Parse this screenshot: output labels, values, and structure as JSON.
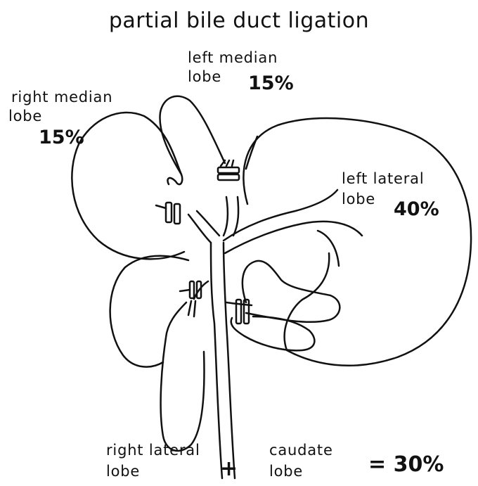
{
  "title": "partial bile duct ligation",
  "lobes": {
    "left_median": {
      "label_line1": "left median",
      "label_line2": "lobe",
      "percent": "15%"
    },
    "right_median": {
      "label_line1": "right median",
      "label_line2": "lobe",
      "percent": "15%"
    },
    "left_lateral": {
      "label_line1": "left lateral",
      "label_line2": "lobe",
      "percent": "40%"
    },
    "right_lateral": {
      "label_line1": "right lateral",
      "label_line2": "lobe"
    },
    "caudate": {
      "label_line1": "caudate",
      "label_line2": "lobe"
    }
  },
  "plus_sign": "+",
  "combined_total": "= 30%"
}
